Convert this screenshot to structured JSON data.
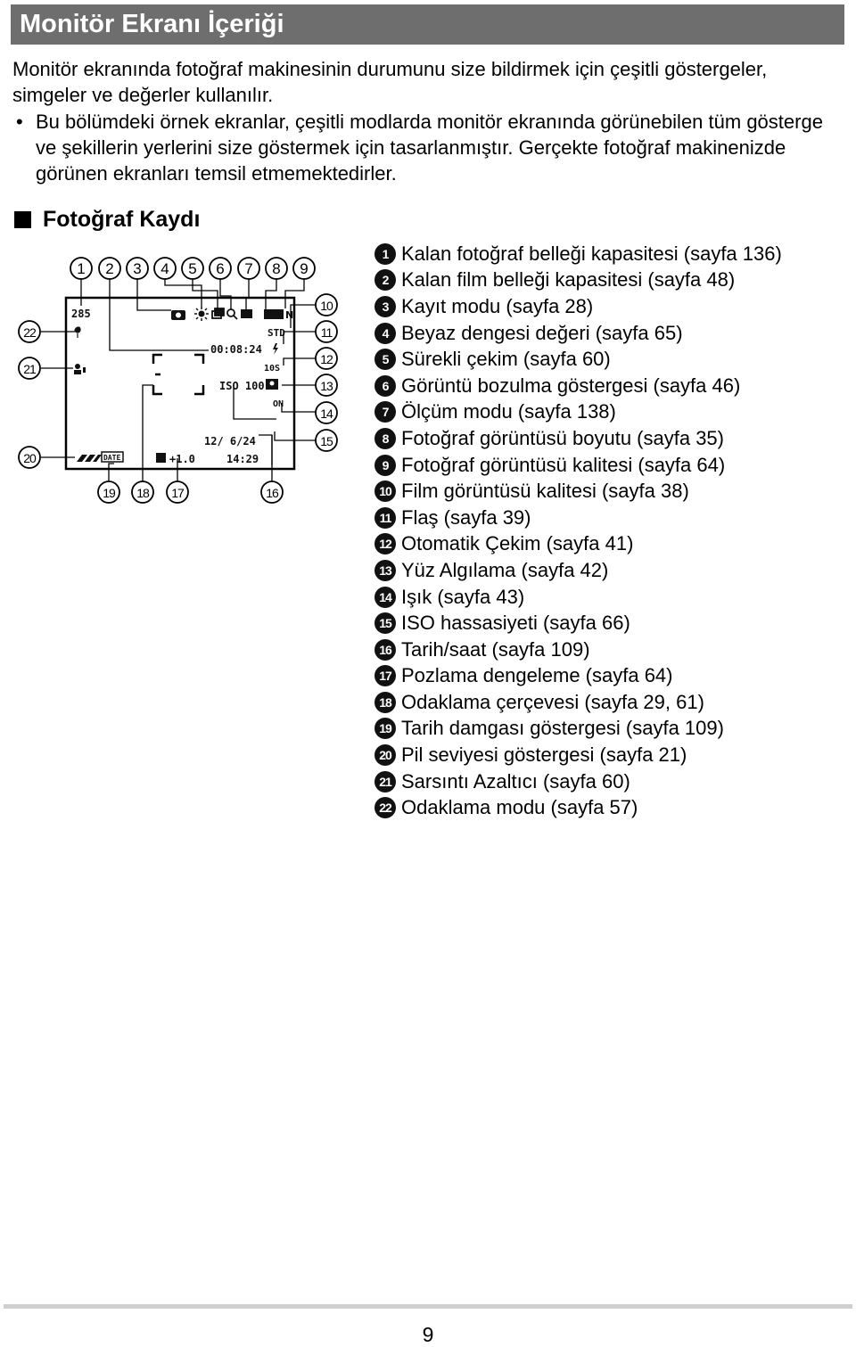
{
  "title": "Monitör Ekranı İçeriği",
  "intro": "Monitör ekranında fotoğraf makinesinin durumunu size bildirmek için çeşitli göstergeler, simgeler ve değerler kullanılır.",
  "note_bullet": "•",
  "note": "Bu bölümdeki örnek ekranlar, çeşitli modlarda monitör ekranında görünebilen tüm gösterge ve şekillerin yerlerini size göstermek için tasarlanmıştır. Gerçekte fotoğraf makinenizde görünen ekranları temsil etmemektedirler.",
  "section_heading": "Fotoğraf Kaydı",
  "screen": {
    "remaining": "285",
    "timer": "00:08:24",
    "iso": "ISO 100",
    "date": "12/ 6/24",
    "time": "14:29",
    "exposure": "+1.0",
    "date_stamp": "DATE",
    "movie_quality": "STD",
    "self_timer": "10S",
    "light": "ON"
  },
  "callouts": [
    "1",
    "2",
    "3",
    "4",
    "5",
    "6",
    "7",
    "8",
    "9",
    "10",
    "11",
    "12",
    "13",
    "14",
    "15",
    "16",
    "17",
    "18",
    "19",
    "20",
    "21",
    "22"
  ],
  "legend": [
    {
      "num": "1",
      "text": "Kalan fotoğraf belleği kapasitesi (sayfa 136)"
    },
    {
      "num": "2",
      "text": "Kalan film belleği kapasitesi (sayfa 48)"
    },
    {
      "num": "3",
      "text": "Kayıt modu (sayfa 28)"
    },
    {
      "num": "4",
      "text": "Beyaz dengesi değeri (sayfa 65)"
    },
    {
      "num": "5",
      "text": "Sürekli çekim (sayfa 60)"
    },
    {
      "num": "6",
      "text": "Görüntü bozulma göstergesi (sayfa 46)"
    },
    {
      "num": "7",
      "text": "Ölçüm modu (sayfa 138)"
    },
    {
      "num": "8",
      "text": "Fotoğraf görüntüsü boyutu (sayfa 35)"
    },
    {
      "num": "9",
      "text": "Fotoğraf görüntüsü kalitesi (sayfa 64)"
    },
    {
      "num": "10",
      "text": "Film görüntüsü kalitesi (sayfa 38)"
    },
    {
      "num": "11",
      "text": "Flaş (sayfa 39)"
    },
    {
      "num": "12",
      "text": "Otomatik Çekim (sayfa 41)"
    },
    {
      "num": "13",
      "text": "Yüz Algılama (sayfa 42)"
    },
    {
      "num": "14",
      "text": "Işık (sayfa 43)"
    },
    {
      "num": "15",
      "text": "ISO hassasiyeti (sayfa 66)"
    },
    {
      "num": "16",
      "text": "Tarih/saat (sayfa 109)"
    },
    {
      "num": "17",
      "text": "Pozlama dengeleme (sayfa 64)"
    },
    {
      "num": "18",
      "text": "Odaklama çerçevesi (sayfa 29, 61)"
    },
    {
      "num": "19",
      "text": "Tarih damgası göstergesi (sayfa 109)"
    },
    {
      "num": "20",
      "text": "Pil seviyesi göstergesi (sayfa 21)"
    },
    {
      "num": "21",
      "text": "Sarsıntı Azaltıcı (sayfa 60)"
    },
    {
      "num": "22",
      "text": "Odaklama modu (sayfa 57)"
    }
  ],
  "page_number": "9"
}
